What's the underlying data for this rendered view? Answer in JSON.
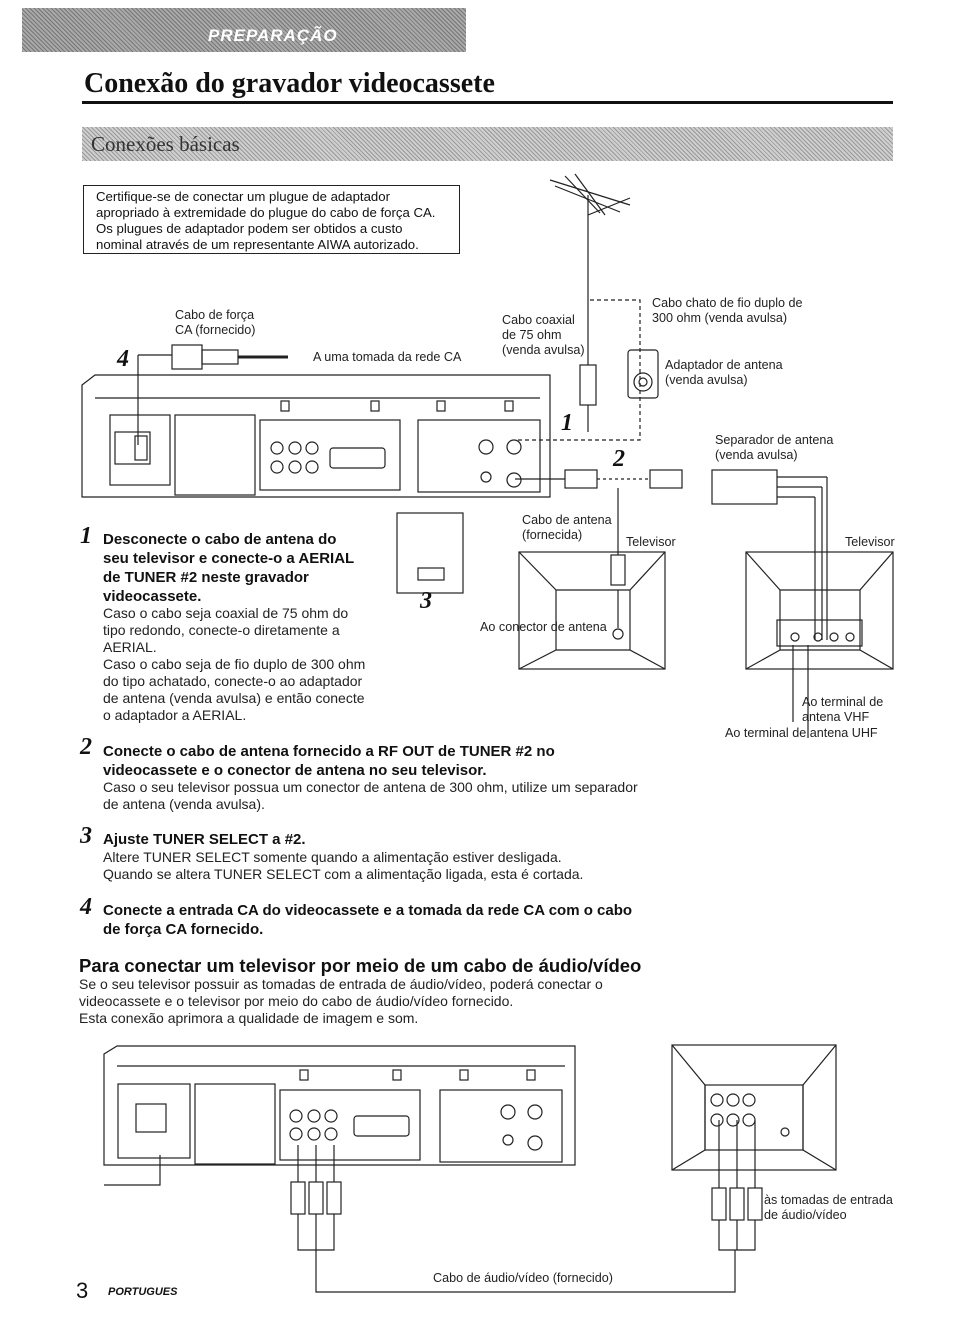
{
  "header": {
    "section_label": "PREPARAÇÃO",
    "title": "Conexão do gravador videocassete",
    "subsection": "Conexões básicas"
  },
  "note_lines": [
    "Certifique-se de conectar um plugue de adaptador",
    "apropriado à extremidade do plugue do cabo de força CA.",
    "Os plugues de adaptador podem ser obtidos a custo",
    "nominal através de um representante AIWA autorizado."
  ],
  "diagram1": {
    "power_cable": [
      "Cabo de força",
      "CA (fornecido)"
    ],
    "outlet": "A uma tomada da rede CA",
    "coax": [
      "Cabo coaxial",
      "de 75 ohm",
      "(venda avulsa)"
    ],
    "twin_lead": [
      "Cabo chato de fio duplo de",
      "300 ohm (venda avulsa)"
    ],
    "adapter": [
      "Adaptador de antena",
      "(venda avulsa)"
    ],
    "splitter": [
      "Separador de antena",
      "(venda avulsa)"
    ],
    "antenna_cable": [
      "Cabo de antena",
      "(fornecida)"
    ],
    "tv_left": "Televisor",
    "tv_right": "Televisor",
    "to_connector": "Ao conector de antena",
    "to_vhf": [
      "Ao terminal de",
      "antena VHF"
    ],
    "to_uhf": "Ao terminal de antena UHF",
    "num4": "4",
    "num1": "1",
    "num2": "2",
    "num3": "3"
  },
  "steps": [
    {
      "num": "1",
      "head": [
        "Desconecte o cabo de antena do",
        "seu televisor e conecte-o a AERIAL",
        "de TUNER #2 neste gravador",
        "videocassete."
      ],
      "body": [
        "Caso o cabo seja coaxial de 75 ohm do",
        "tipo redondo, conecte-o diretamente a",
        "AERIAL.",
        "Caso o cabo seja de fio duplo de 300 ohm",
        "do tipo achatado, conecte-o ao adaptador",
        "de antena (venda avulsa) e então conecte",
        "o adaptador a AERIAL."
      ]
    },
    {
      "num": "2",
      "head": [
        "Conecte o cabo de antena fornecido a RF OUT de TUNER #2 no",
        "videocassete e o conector de antena no seu televisor."
      ],
      "body": [
        "Caso o seu televisor possua um conector de antena de 300 ohm, utilize um separador",
        "de antena (venda avulsa)."
      ]
    },
    {
      "num": "3",
      "head": [
        "Ajuste TUNER SELECT a #2."
      ],
      "body": [
        "Altere TUNER SELECT somente quando a alimentação estiver desligada.",
        "Quando se altera TUNER SELECT com a alimentação ligada, esta é cortada."
      ]
    },
    {
      "num": "4",
      "head": [
        "Conecte a entrada CA do videocassete e a tomada da rede CA com o cabo",
        "de força CA fornecido."
      ],
      "body": []
    }
  ],
  "av_section": {
    "title": "Para conectar um televisor por meio de um cabo de áudio/vídeo",
    "body": [
      "Se o seu televisor possuir as tomadas de entrada de áudio/vídeo, poderá conectar o",
      "videocassete e o televisor por meio do cabo de áudio/vídeo fornecido.",
      "Esta conexão aprimora a qualidade de imagem e som."
    ]
  },
  "diagram2": {
    "to_inputs": [
      "às tomadas de entrada",
      "de áudio/vídeo"
    ],
    "cable": "Cabo de áudio/vídeo (fornecido)"
  },
  "footer": {
    "page": "3",
    "lang": "PORTUGUES"
  }
}
